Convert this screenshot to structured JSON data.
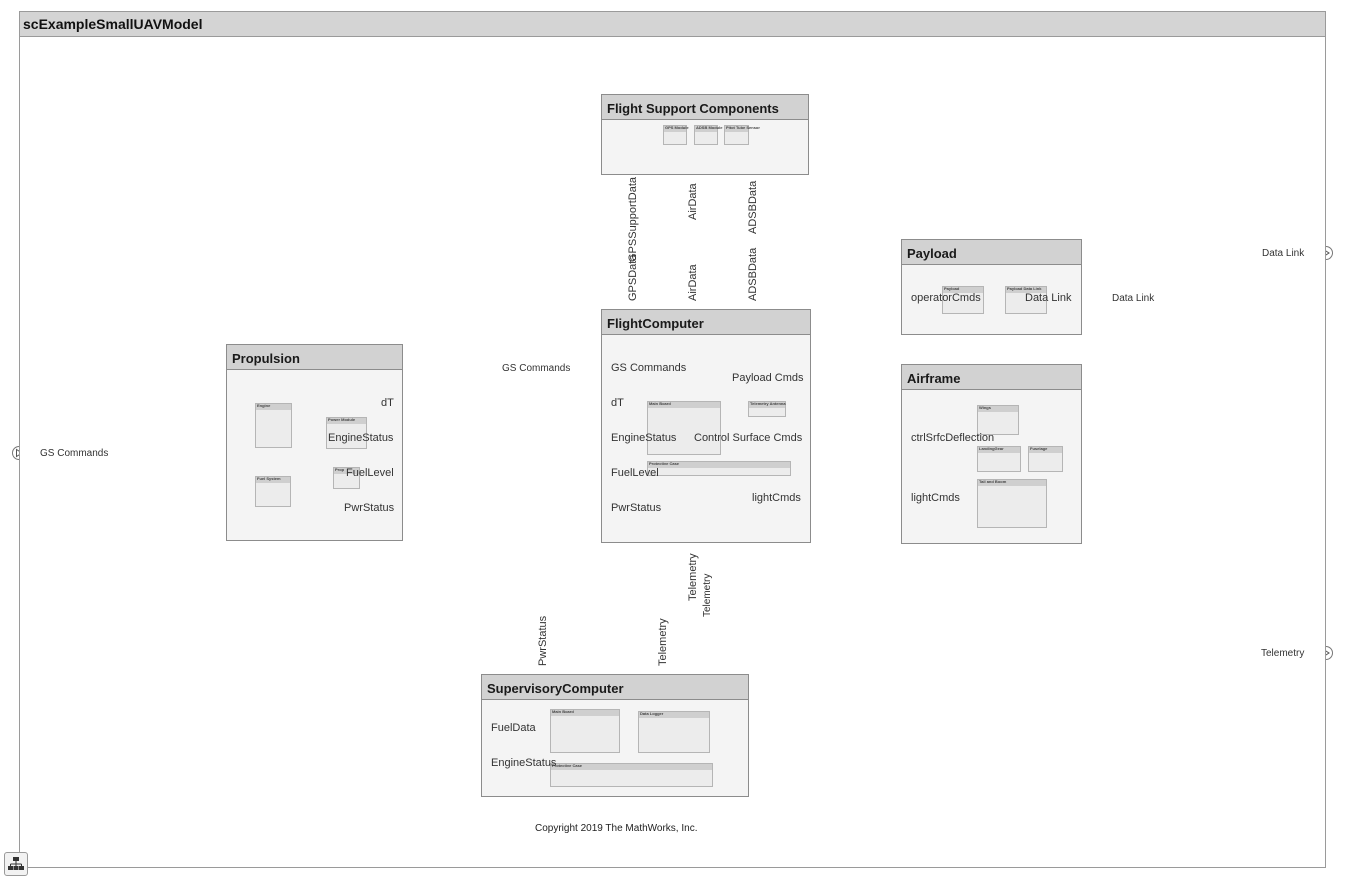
{
  "model": {
    "title": "scExampleSmallUAVModel",
    "copyright": "Copyright 2019 The MathWorks, Inc."
  },
  "external_ports": {
    "gs_commands": "GS Commands",
    "data_link": "Data Link",
    "telemetry": "Telemetry"
  },
  "blocks": {
    "flight_support": {
      "title": "Flight Support Components",
      "inner": [
        "GPS Module",
        "ADSB Module",
        "Pitot Tube Sensor"
      ],
      "ports": [
        "GPSSupportData",
        "AirData",
        "ADSBData"
      ]
    },
    "flight_computer": {
      "title": "FlightComputer",
      "top_ports": [
        "GPSData",
        "AirData",
        "ADSBData"
      ],
      "left_ports": [
        "GS Commands",
        "dT",
        "EngineStatus",
        "FuelLevel",
        "PwrStatus"
      ],
      "right_ports": [
        "Payload Cmds",
        "Control Surface Cmds",
        "lightCmds"
      ],
      "bottom_port": "Telemetry",
      "inner": [
        "Main Board",
        "Telemetry Antenna",
        "Protective Case"
      ]
    },
    "propulsion": {
      "title": "Propulsion",
      "ports": [
        "dT",
        "EngineStatus",
        "FuelLevel",
        "PwrStatus"
      ],
      "inner": [
        "Engine",
        "Power Module",
        "Fuel System",
        "Prop"
      ]
    },
    "payload": {
      "title": "Payload",
      "ports": [
        "operatorCmds",
        "Data Link"
      ],
      "inner": [
        "Payload",
        "Payload Data Link"
      ]
    },
    "airframe": {
      "title": "Airframe",
      "ports": [
        "ctrlSrfcDeflection",
        "lightCmds"
      ],
      "inner": [
        "Wings",
        "LandingGear",
        "Fuselage",
        "Tail and Boom"
      ]
    },
    "supervisory": {
      "title": "SupervisoryComputer",
      "top_ports": [
        "PwrStatus",
        "Telemetry"
      ],
      "left_ports": [
        "FuelData",
        "EngineStatus"
      ],
      "inner": [
        "Main Board",
        "Data Logger",
        "Protective Case"
      ]
    }
  },
  "connector_labels": {
    "telemetry_out": "Telemetry",
    "telemetry_adapter": "Telemetry"
  },
  "icons": {
    "navigator": "hierarchy-icon"
  },
  "colors": {
    "frame_border": "#9a9a9a",
    "header_fill": "#d2d2d2",
    "block_fill": "#f4f4f4",
    "line": "#8a8a8a"
  }
}
